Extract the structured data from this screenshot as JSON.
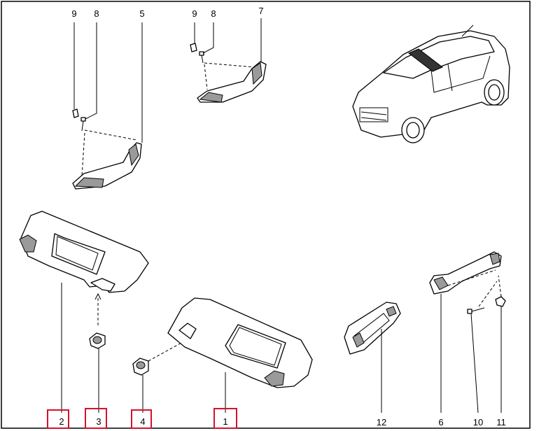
{
  "callouts": [
    {
      "id": "9a",
      "label": "9",
      "highlighted": false
    },
    {
      "id": "8a",
      "label": "8",
      "highlighted": false
    },
    {
      "id": "5",
      "label": "5",
      "highlighted": false
    },
    {
      "id": "9b",
      "label": "9",
      "highlighted": false
    },
    {
      "id": "8b",
      "label": "8",
      "highlighted": false
    },
    {
      "id": "7",
      "label": "7",
      "highlighted": false
    },
    {
      "id": "2",
      "label": "2",
      "highlighted": true
    },
    {
      "id": "3",
      "label": "3",
      "highlighted": true
    },
    {
      "id": "4",
      "label": "4",
      "highlighted": true
    },
    {
      "id": "1",
      "label": "1",
      "highlighted": true
    },
    {
      "id": "12",
      "label": "12",
      "highlighted": false
    },
    {
      "id": "6",
      "label": "6",
      "highlighted": false
    },
    {
      "id": "10",
      "label": "10",
      "highlighted": false
    },
    {
      "id": "11",
      "label": "11",
      "highlighted": false
    }
  ],
  "colors": {
    "highlight_box": "#d0142c",
    "line": "#000000",
    "shade": "#9a9a9a"
  }
}
